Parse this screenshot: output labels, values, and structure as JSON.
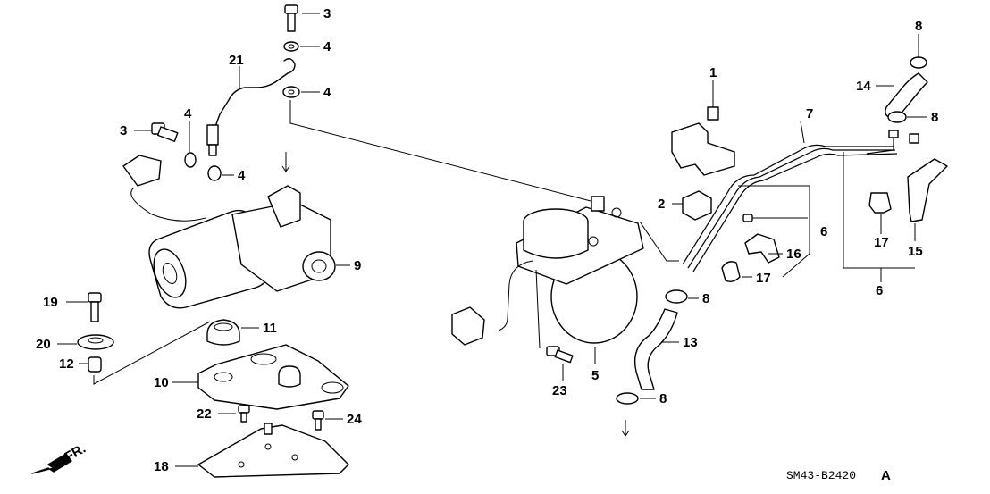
{
  "callouts": {
    "c3a": "3",
    "c4a": "4",
    "c21": "21",
    "c4b": "4",
    "c4c": "4",
    "c3b": "3",
    "c4d": "4",
    "c9": "9",
    "c19": "19",
    "c20": "20",
    "c12": "12",
    "c11": "11",
    "c10": "10",
    "c22": "22",
    "c24": "24",
    "c18": "18",
    "c23": "23",
    "c5": "5",
    "c13": "13",
    "c8a": "8",
    "c8b": "8",
    "c8c": "8",
    "c8d": "8",
    "c14": "14",
    "c1": "1",
    "c7": "7",
    "c2": "2",
    "c6a": "6",
    "c6b": "6",
    "c16": "16",
    "c17a": "17",
    "c17b": "17",
    "c15": "15"
  },
  "direction_label": "FR.",
  "diagram_code": "SM43-B2420",
  "diagram_revision": "A"
}
